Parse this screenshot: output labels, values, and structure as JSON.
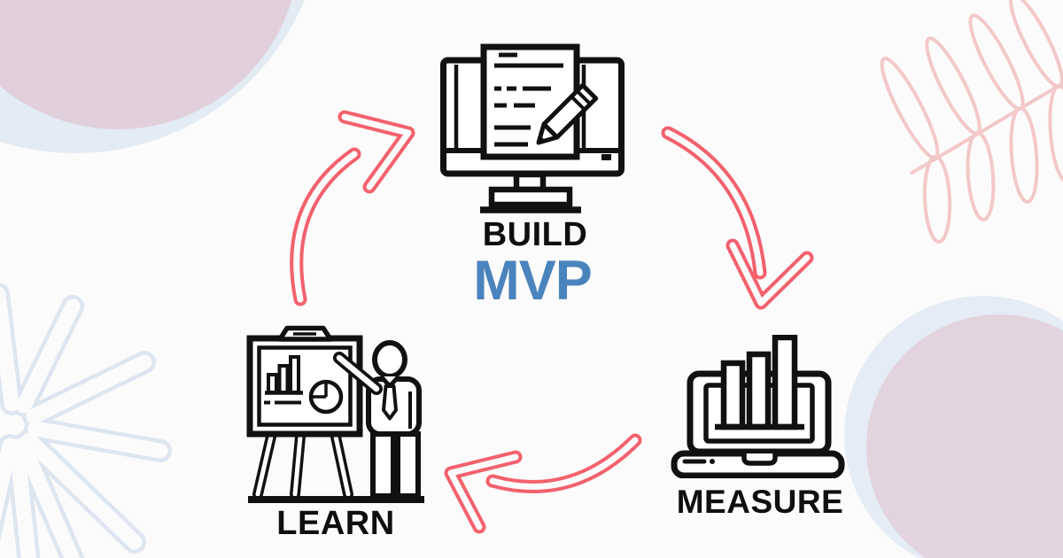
{
  "diagram": {
    "center_label": "MVP",
    "nodes": [
      {
        "id": "build",
        "label": "BUILD",
        "icon": "desktop-monitor-with-document-and-pencil",
        "position": "top-center"
      },
      {
        "id": "measure",
        "label": "MEASURE",
        "icon": "laptop-with-bar-chart",
        "position": "bottom-right"
      },
      {
        "id": "learn",
        "label": "LEARN",
        "icon": "presenter-at-flipchart-easel",
        "position": "bottom-left"
      }
    ],
    "arrows": [
      {
        "from": "BUILD",
        "to": "MEASURE",
        "style": "curved-hollow"
      },
      {
        "from": "MEASURE",
        "to": "LEARN",
        "style": "curved-hollow"
      },
      {
        "from": "LEARN",
        "to": "BUILD",
        "style": "curved-hollow"
      }
    ],
    "colors": {
      "arrow": "#f2616d",
      "center_label": "#4a84bd",
      "icon": "#111111",
      "label": "#0f0f0f"
    }
  },
  "decorations": {
    "background": "#fcfbfb",
    "top_left_circle": {
      "fill": "#e1cfdc",
      "ring": "#e3ebf5"
    },
    "bottom_right_circle": {
      "fill": "#e2d3de",
      "ring": "#e5ecf6"
    },
    "leaf_outline": "#f3c8c8",
    "starburst_outline": "#dde5f0"
  }
}
